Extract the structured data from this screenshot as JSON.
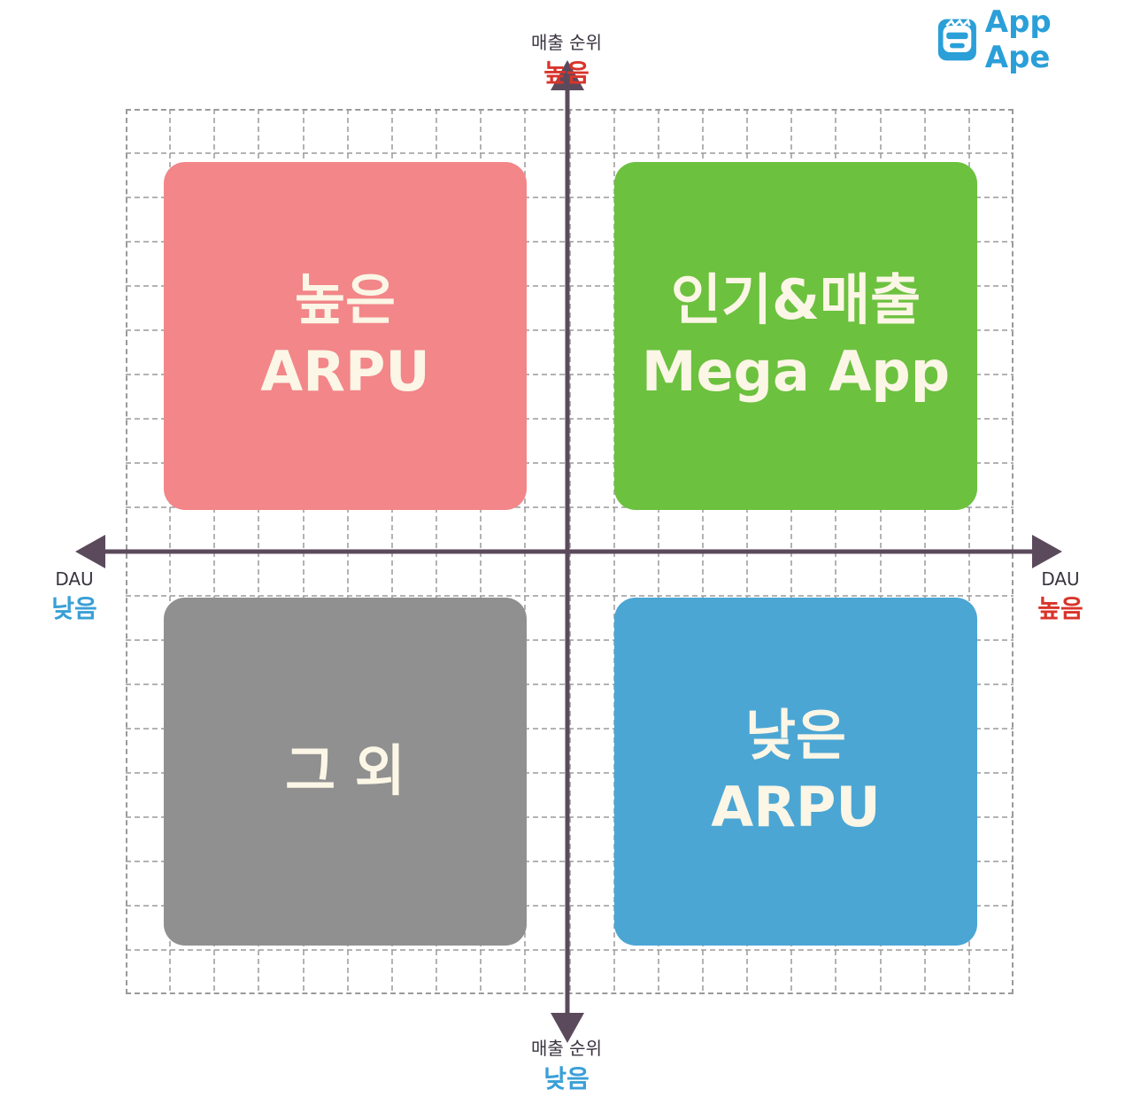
{
  "quadrants": {
    "top_left": {
      "line1": "높은",
      "line2": "ARPU",
      "color": "#f28689"
    },
    "top_right": {
      "line1": "인기&매출",
      "line2": "Mega App",
      "color": "#6cc13f"
    },
    "bottom_left": {
      "line1": "그 외",
      "color": "#909090"
    },
    "bottom_right": {
      "line1": "낮은",
      "line2": "ARPU",
      "color": "#4ba6d4"
    }
  },
  "axes": {
    "top": {
      "name": "매출 순위",
      "level": "높음"
    },
    "bottom": {
      "name": "매출 순위",
      "level": "낮음"
    },
    "left": {
      "name": "DAU",
      "level": "낮음"
    },
    "right": {
      "name": "DAU",
      "level": "높음"
    }
  },
  "colors": {
    "high": "#d9342b",
    "low": "#3a9fd6",
    "axis": "#5b4a5c",
    "grid": "#9a9a9a"
  },
  "logo": {
    "text": "App Ape",
    "icon": "ape-face-icon"
  }
}
